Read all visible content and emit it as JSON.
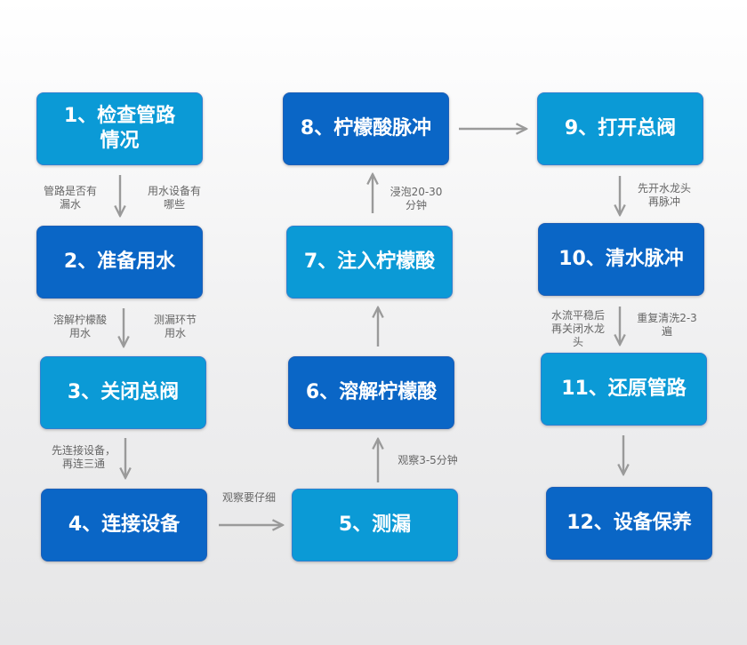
{
  "colors": {
    "light": "#0b9ad6",
    "dark": "#0a66c6",
    "arrow": "#9a9a9a",
    "note": "#666666"
  },
  "steps": [
    {
      "label": "1、检查管路\n情况",
      "tone": "light"
    },
    {
      "label": "2、准备用水",
      "tone": "dark"
    },
    {
      "label": "3、关闭总阀",
      "tone": "light"
    },
    {
      "label": "4、连接设备",
      "tone": "dark"
    },
    {
      "label": "5、测漏",
      "tone": "light"
    },
    {
      "label": "6、溶解柠檬酸",
      "tone": "dark"
    },
    {
      "label": "7、注入柠檬酸",
      "tone": "light"
    },
    {
      "label": "8、柠檬酸脉冲",
      "tone": "dark"
    },
    {
      "label": "9、打开总阀",
      "tone": "light"
    },
    {
      "label": "10、清水脉冲",
      "tone": "dark"
    },
    {
      "label": "11、还原管路",
      "tone": "light"
    },
    {
      "label": "12、设备保养",
      "tone": "dark"
    }
  ],
  "notes": {
    "n1_left": "管路是否有\n漏水",
    "n1_right": "用水设备有\n哪些",
    "n2_left": "溶解柠檬酸\n用水",
    "n2_right": "测漏环节\n用水",
    "n3_left": "先连接设备，\n再连三通",
    "n4_top": "观察要仔细",
    "n5_right": "观察3-5分钟",
    "n7_right": "浸泡20-30\n分钟",
    "n9_right": "先开水龙头\n再脉冲",
    "n10_left": "水流平稳后\n再关闭水龙\n头",
    "n10_right": "重复清洗2-3\n遍"
  }
}
